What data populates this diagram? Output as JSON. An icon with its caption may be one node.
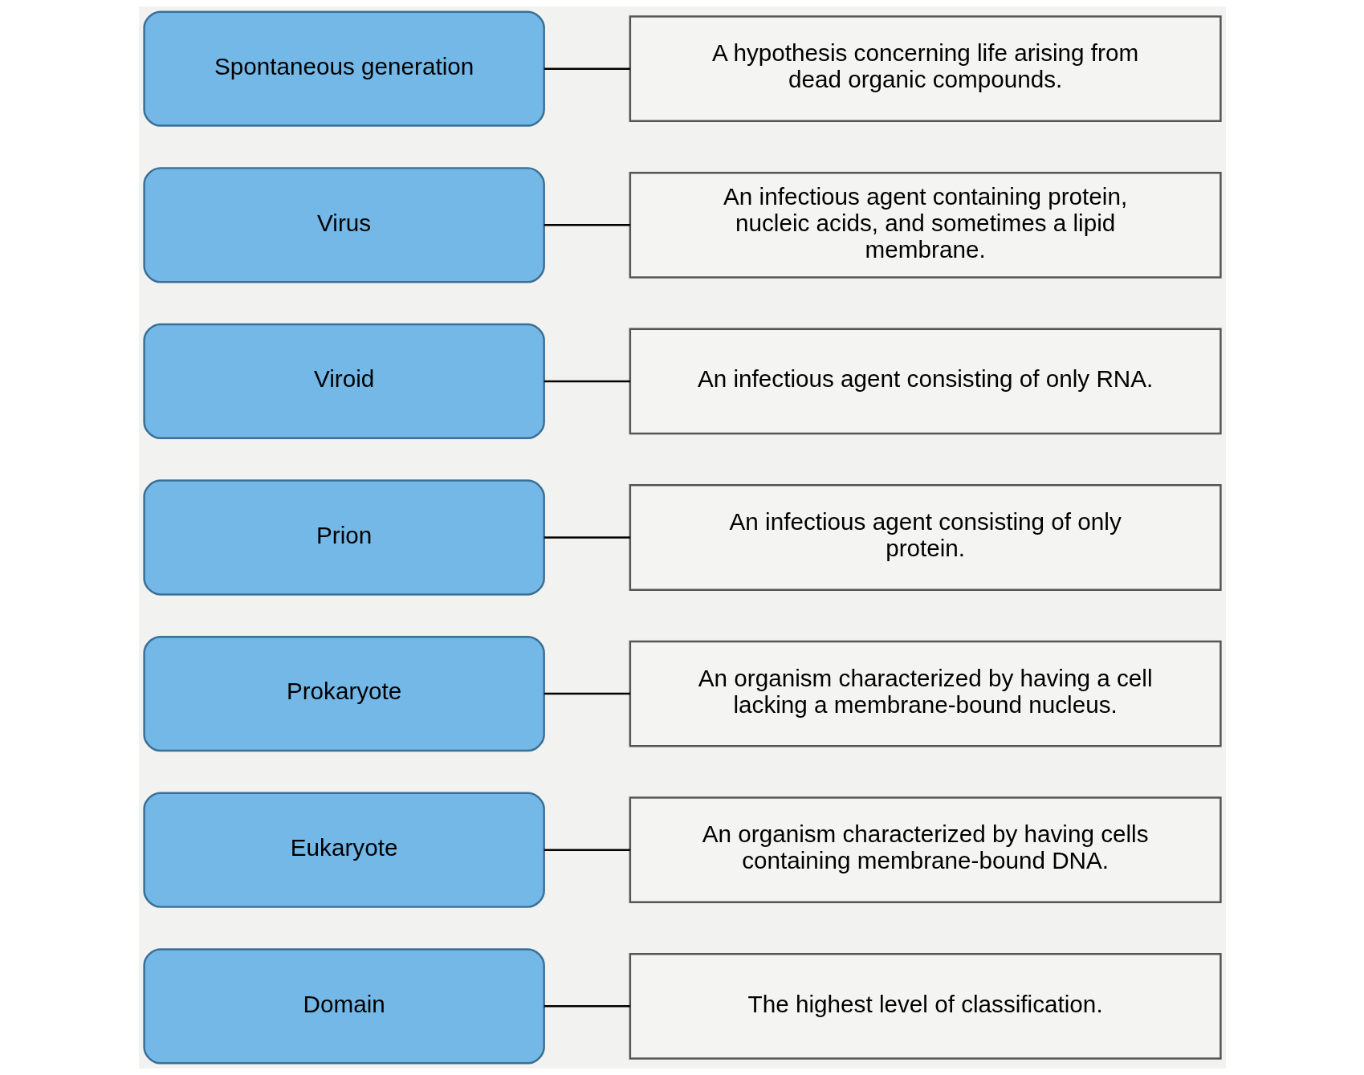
{
  "diagram": {
    "nodes": [
      {
        "text": [
          "Domain"
        ]
      },
      {
        "text": [
          "The highest level of classification."
        ]
      },
      {
        "text": [
          "Eukaryote"
        ]
      },
      {
        "text": [
          "An organism characterized by having cells containing membrane-bound DNA."
        ]
      },
      {
        "text": [
          "Prokaryote"
        ]
      },
      {
        "text": [
          "An organism characterized by having a cell lacking a membrane-bound nucleus."
        ]
      },
      {
        "text": [
          "Prion"
        ]
      },
      {
        "text": [
          "An infectious agent consisting of only protein."
        ]
      },
      {
        "text": [
          "Viroid"
        ]
      },
      {
        "text": [
          "An infectious agent consisting of only RNA."
        ]
      },
      {
        "text": [
          "Virus"
        ]
      },
      {
        "text": [
          "An infectious agent containing protein, nucleic acids, and sometimes a lipid membrane."
        ]
      },
      {
        "text": [
          "Spontaneous generation"
        ]
      },
      {
        "text": [
          "A hypothesis concerning life arising from dead organic compounds."
        ]
      }
    ],
    "edges": [
      {
        "from": 0,
        "to": 1,
        "arrow": "none"
      },
      {
        "from": 2,
        "to": 3,
        "arrow": "none"
      },
      {
        "from": 4,
        "to": 5,
        "arrow": "none"
      },
      {
        "from": 6,
        "to": 7,
        "arrow": "none"
      },
      {
        "from": 8,
        "to": 9,
        "arrow": "none"
      },
      {
        "from": 10,
        "to": 11,
        "arrow": "none"
      },
      {
        "from": 12,
        "to": 13,
        "arrow": "none"
      }
    ]
  }
}
